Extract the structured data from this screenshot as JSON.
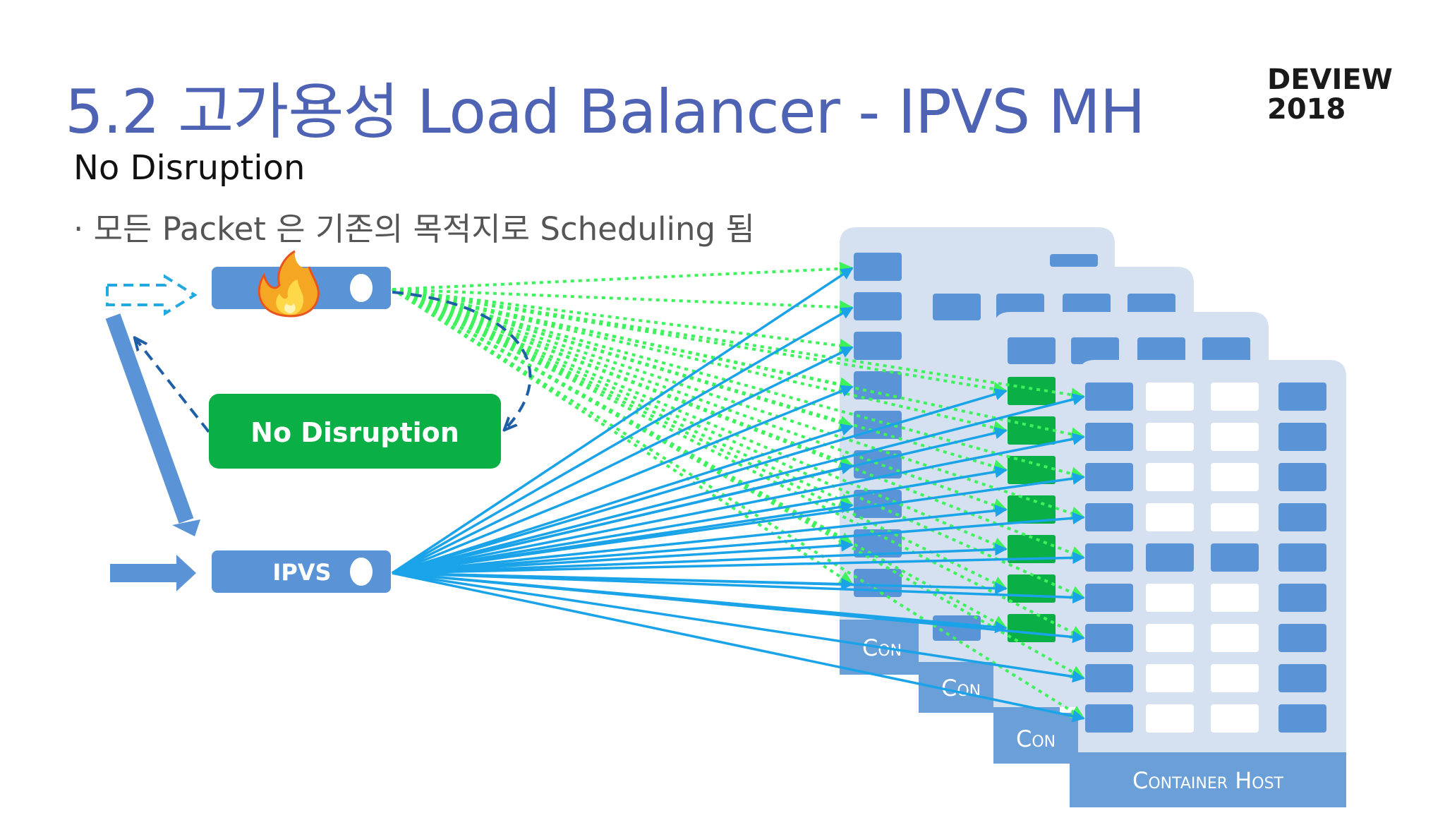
{
  "slide": {
    "title": "5.2 고가용성 Load Balancer - IPVS MH",
    "brand_line1": "DEVIEW",
    "brand_line2": "2018",
    "subtitle": "No Disruption",
    "bullet": "· 모든 Packet 은 기존의 목적지로 Scheduling 됨"
  },
  "diagram": {
    "lb_top_icon": "fire-icon",
    "lb_bottom_label": "IPVS",
    "callout_label": "No Disruption",
    "hosts": [
      {
        "label": "Con"
      },
      {
        "label": "Con"
      },
      {
        "label": "Con"
      },
      {
        "label": "Container Host"
      }
    ],
    "colors": {
      "title": "#4e63b3",
      "server_blue": "#5b94d6",
      "host_bg": "#d5e0f0",
      "host_label": "#6a9fd8",
      "green": "#0aaf46",
      "dotted_line": "#3df25b",
      "solid_line": "#1aa3e8",
      "dashed_arrow": "#1e5fa8"
    }
  }
}
